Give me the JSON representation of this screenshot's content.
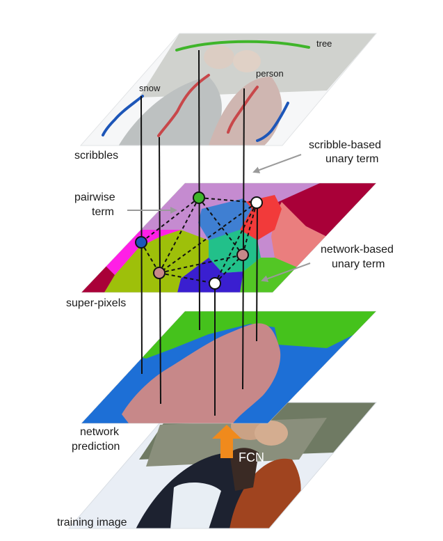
{
  "figure": {
    "scribbles_label": "scribbles",
    "superpixels_label": "super-pixels",
    "prediction_label_line1": "network",
    "prediction_label_line2": "prediction",
    "training_label": "training image",
    "fcn_label": "FCN",
    "tree_label": "tree",
    "person_label": "person",
    "snow_label": "snow",
    "scribble_unary_line1": "scribble-based",
    "scribble_unary_line2": "unary term",
    "pairwise_line1": "pairwise",
    "pairwise_line2": "term",
    "network_unary_line1": "network-based",
    "network_unary_line2": "unary term"
  },
  "colors": {
    "tree_scribble": "#3fb52a",
    "person_scribble": "#c8474a",
    "snow_scribble": "#1d56b8",
    "fcn_arrow": "#f08a1c",
    "superpixel_magenta": "#ff1fe6",
    "superpixel_lime": "#9ec00a",
    "superpixel_purple": "#c58bd0",
    "superpixel_blue": "#3f7fd2",
    "superpixel_red": "#f23a3a",
    "superpixel_salmon": "#ea7e7e",
    "superpixel_teal": "#22c08a",
    "superpixel_green": "#53c625",
    "superpixel_maroon": "#a90038",
    "superpixel_indigo": "#3a1fd0",
    "prediction_green": "#45c21c",
    "prediction_blue": "#1d6fd6",
    "prediction_pink": "#c78889"
  }
}
